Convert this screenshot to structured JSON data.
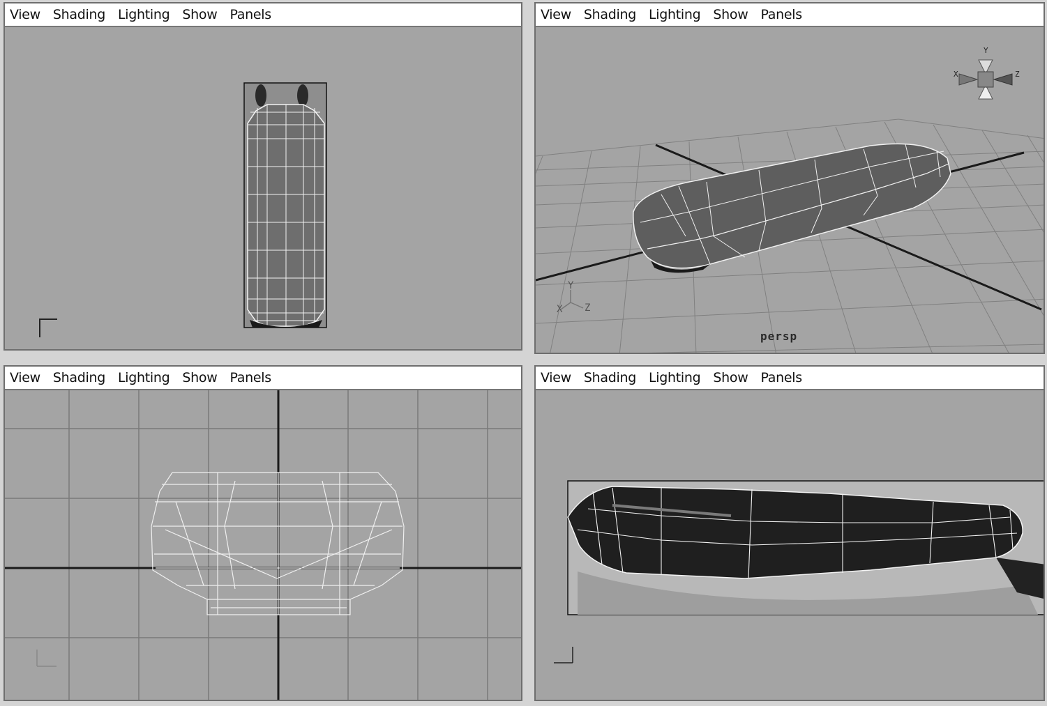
{
  "menu": {
    "view": "View",
    "shading": "Shading",
    "lighting": "Lighting",
    "show": "Show",
    "panels": "Panels"
  },
  "viewports": {
    "top": {
      "name": "top view"
    },
    "persp": {
      "camera_label": "persp",
      "axis_x": "X",
      "axis_y": "Y",
      "axis_z": "Z"
    },
    "front": {
      "name": "front view"
    },
    "side": {
      "name": "side view"
    }
  },
  "colors": {
    "viewport_bg": "#a4a4a4",
    "menubar_bg": "#ffffff",
    "wire": "#f2f2f2",
    "model_fill": "#6a6a6a",
    "grid_line": "#7c7c7c",
    "axis_line": "#1a1a1a"
  }
}
